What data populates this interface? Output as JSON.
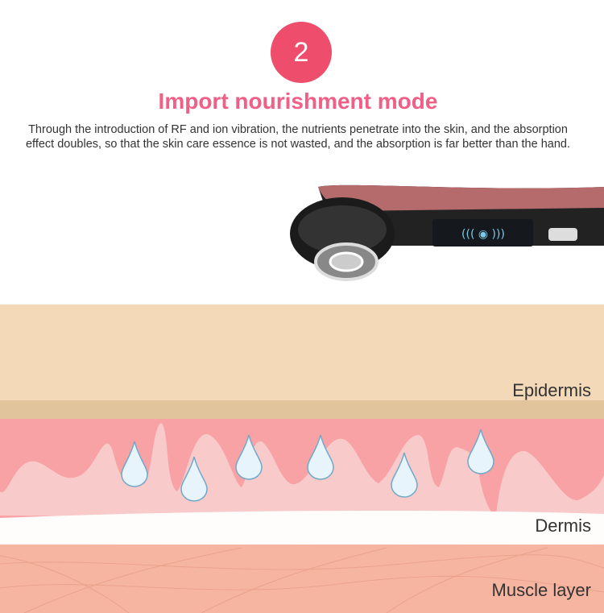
{
  "badge": {
    "number": "2"
  },
  "title": "Import nourishment mode",
  "description": "Through the introduction of RF and ion vibration, the nutrients penetrate into the skin, and the absorption effect doubles, so that the skin care essence is not wasted, and the absorption is far better than the hand.",
  "layers": {
    "epidermis": "Epidermis",
    "dermis": "Dermis",
    "muscle": "Muscle layer"
  },
  "colors": {
    "accent": "#ee4d6c",
    "title": "#f05f86"
  }
}
